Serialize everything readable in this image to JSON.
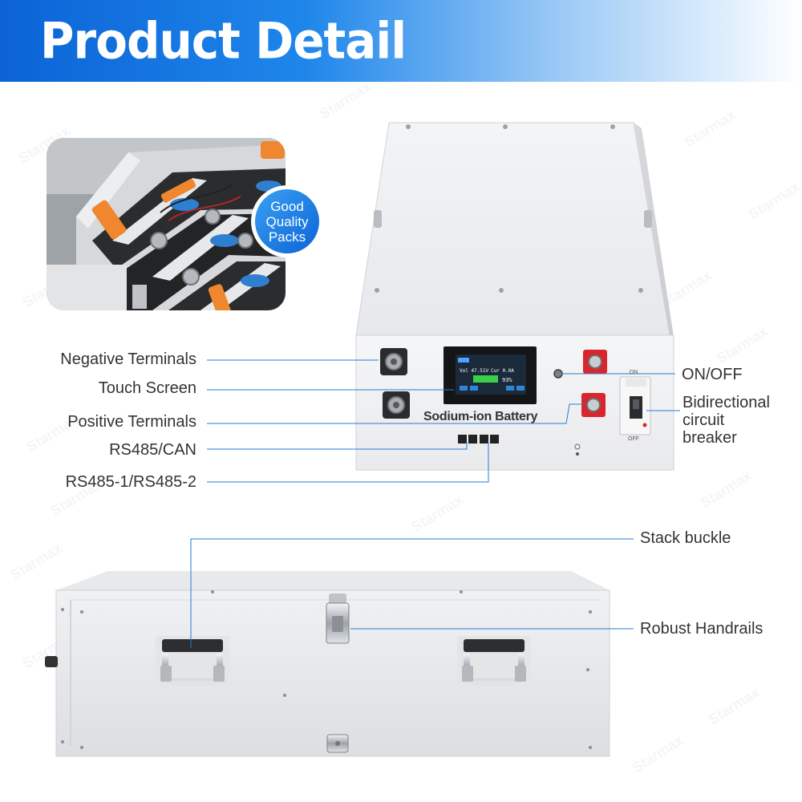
{
  "header": {
    "title": "Product Detail"
  },
  "badge": {
    "line1": "Good",
    "line2": "Quality",
    "line3": "Packs"
  },
  "battery_front": {
    "label": "Sodium-ion Battery",
    "screen": {
      "voltage": "Vol 47.51V",
      "current": "Cur 0.0A",
      "soc": "93%"
    },
    "breaker_on": "ON",
    "breaker_off": "OFF"
  },
  "callouts_top_left": [
    "Negative Terminals",
    "Touch Screen",
    "Positive Terminals",
    "RS485/CAN",
    "RS485-1/RS485-2"
  ],
  "callouts_top_right": {
    "on_off": "ON/OFF",
    "breaker": {
      "line1": "Bidirectional",
      "line2": "circuit",
      "line3": "breaker"
    }
  },
  "callouts_bottom": {
    "stack_buckle": "Stack buckle",
    "handrails": "Robust Handrails"
  },
  "watermark": "Starmax",
  "colors": {
    "header_blue": "#0b63d6",
    "badge_blue": "#1f86ec",
    "leader_line_blue": "#2b7bd6",
    "terminal_red": "#d8262c",
    "screen_green": "#3ad04a"
  }
}
